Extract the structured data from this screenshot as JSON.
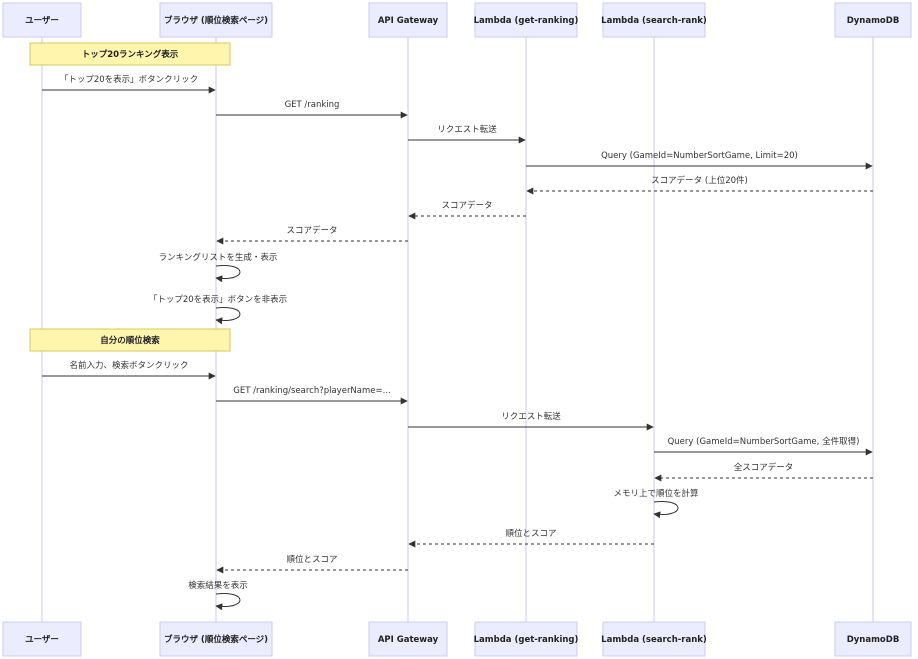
{
  "participants": [
    {
      "id": "user",
      "label": "ユーザー"
    },
    {
      "id": "browser",
      "label": "ブラウザ (順位検索ページ)"
    },
    {
      "id": "apigw",
      "label": "API Gateway"
    },
    {
      "id": "get_ranking",
      "label": "Lambda (get-ranking)"
    },
    {
      "id": "search_rank",
      "label": "Lambda (search-rank)"
    },
    {
      "id": "dynamodb",
      "label": "DynamoDB"
    }
  ],
  "notes": [
    {
      "label": "トップ20ランキング表示"
    },
    {
      "label": "自分の順位検索"
    }
  ],
  "messages": [
    {
      "from": "user",
      "to": "browser",
      "label": "「トップ20を表示」ボタンクリック",
      "style": "solid"
    },
    {
      "from": "browser",
      "to": "apigw",
      "label": "GET /ranking",
      "style": "solid"
    },
    {
      "from": "apigw",
      "to": "get_ranking",
      "label": "リクエスト転送",
      "style": "solid"
    },
    {
      "from": "get_ranking",
      "to": "dynamodb",
      "label": "Query (GameId=NumberSortGame, Limit=20)",
      "style": "solid"
    },
    {
      "from": "dynamodb",
      "to": "get_ranking",
      "label": "スコアデータ (上位20件)",
      "style": "dashed"
    },
    {
      "from": "get_ranking",
      "to": "apigw",
      "label": "スコアデータ",
      "style": "dashed"
    },
    {
      "from": "apigw",
      "to": "browser",
      "label": "スコアデータ",
      "style": "dashed"
    },
    {
      "from": "browser",
      "to": "browser",
      "label": "ランキングリストを生成・表示",
      "style": "solid"
    },
    {
      "from": "browser",
      "to": "browser",
      "label": "「トップ20を表示」ボタンを非表示",
      "style": "solid"
    },
    {
      "from": "user",
      "to": "browser",
      "label": "名前入力、検索ボタンクリック",
      "style": "solid"
    },
    {
      "from": "browser",
      "to": "apigw",
      "label": "GET /ranking/search?playerName=...",
      "style": "solid"
    },
    {
      "from": "apigw",
      "to": "search_rank",
      "label": "リクエスト転送",
      "style": "solid"
    },
    {
      "from": "search_rank",
      "to": "dynamodb",
      "label": "Query (GameId=NumberSortGame, 全件取得)",
      "style": "solid"
    },
    {
      "from": "dynamodb",
      "to": "search_rank",
      "label": "全スコアデータ",
      "style": "dashed"
    },
    {
      "from": "search_rank",
      "to": "search_rank",
      "label": "メモリ上で順位を計算",
      "style": "solid"
    },
    {
      "from": "search_rank",
      "to": "apigw",
      "label": "順位とスコア",
      "style": "dashed"
    },
    {
      "from": "apigw",
      "to": "browser",
      "label": "順位とスコア",
      "style": "dashed"
    },
    {
      "from": "browser",
      "to": "browser",
      "label": "検索結果を表示",
      "style": "solid"
    }
  ]
}
